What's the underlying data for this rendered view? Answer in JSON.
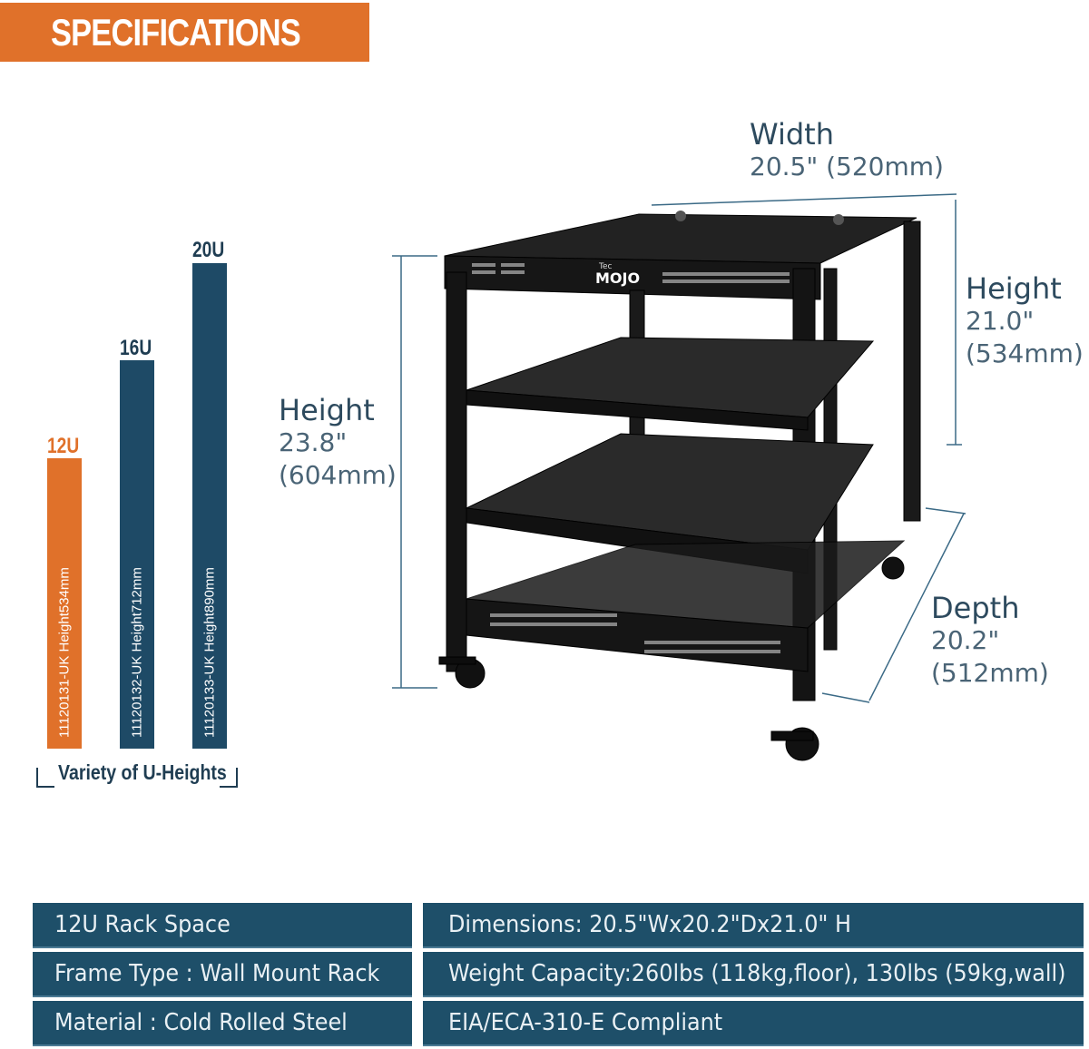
{
  "banner": {
    "title": "SPECIFICATIONS"
  },
  "dimensions": {
    "width": {
      "label": "Width",
      "value": "20.5\" (520mm)"
    },
    "height_left": {
      "label": "Height",
      "value_in": "23.8\"",
      "value_mm": "(604mm)"
    },
    "height_right": {
      "label": "Height",
      "value_in": "21.0\"",
      "value_mm": "(534mm)"
    },
    "depth": {
      "label": "Depth",
      "value_in": "20.2\"",
      "value_mm": "(512mm)"
    }
  },
  "variants": [
    {
      "tag": "12U",
      "label": "11120131-UK  Height534mm",
      "tag_color": "#e0712a",
      "bar_color": "#e0712a"
    },
    {
      "tag": "16U",
      "label": "11120132-UK  Height712mm",
      "tag_color": "#1f3d52",
      "bar_color": "#1e4a66"
    },
    {
      "tag": "20U",
      "label": "11120133-UK  Height890mm",
      "tag_color": "#1f3d52",
      "bar_color": "#1e4a66"
    }
  ],
  "variety_caption": "Variety of U-Heights",
  "specs": {
    "left": [
      "12U Rack Space",
      "Frame Type : Wall Mount Rack",
      "Material : Cold Rolled Steel"
    ],
    "right": [
      "Dimensions: 20.5\"Wx20.2\"Dx21.0\" H",
      "Weight Capacity:260lbs (118kg,floor), 130lbs (59kg,wall)",
      "EIA/ECA-310-E Compliant"
    ]
  },
  "product": {
    "brand_small": "Tec",
    "brand": "MOJO"
  },
  "colors": {
    "accent": "#e0712a",
    "navy": "#1e4f69",
    "text": "#2d4a5e"
  }
}
